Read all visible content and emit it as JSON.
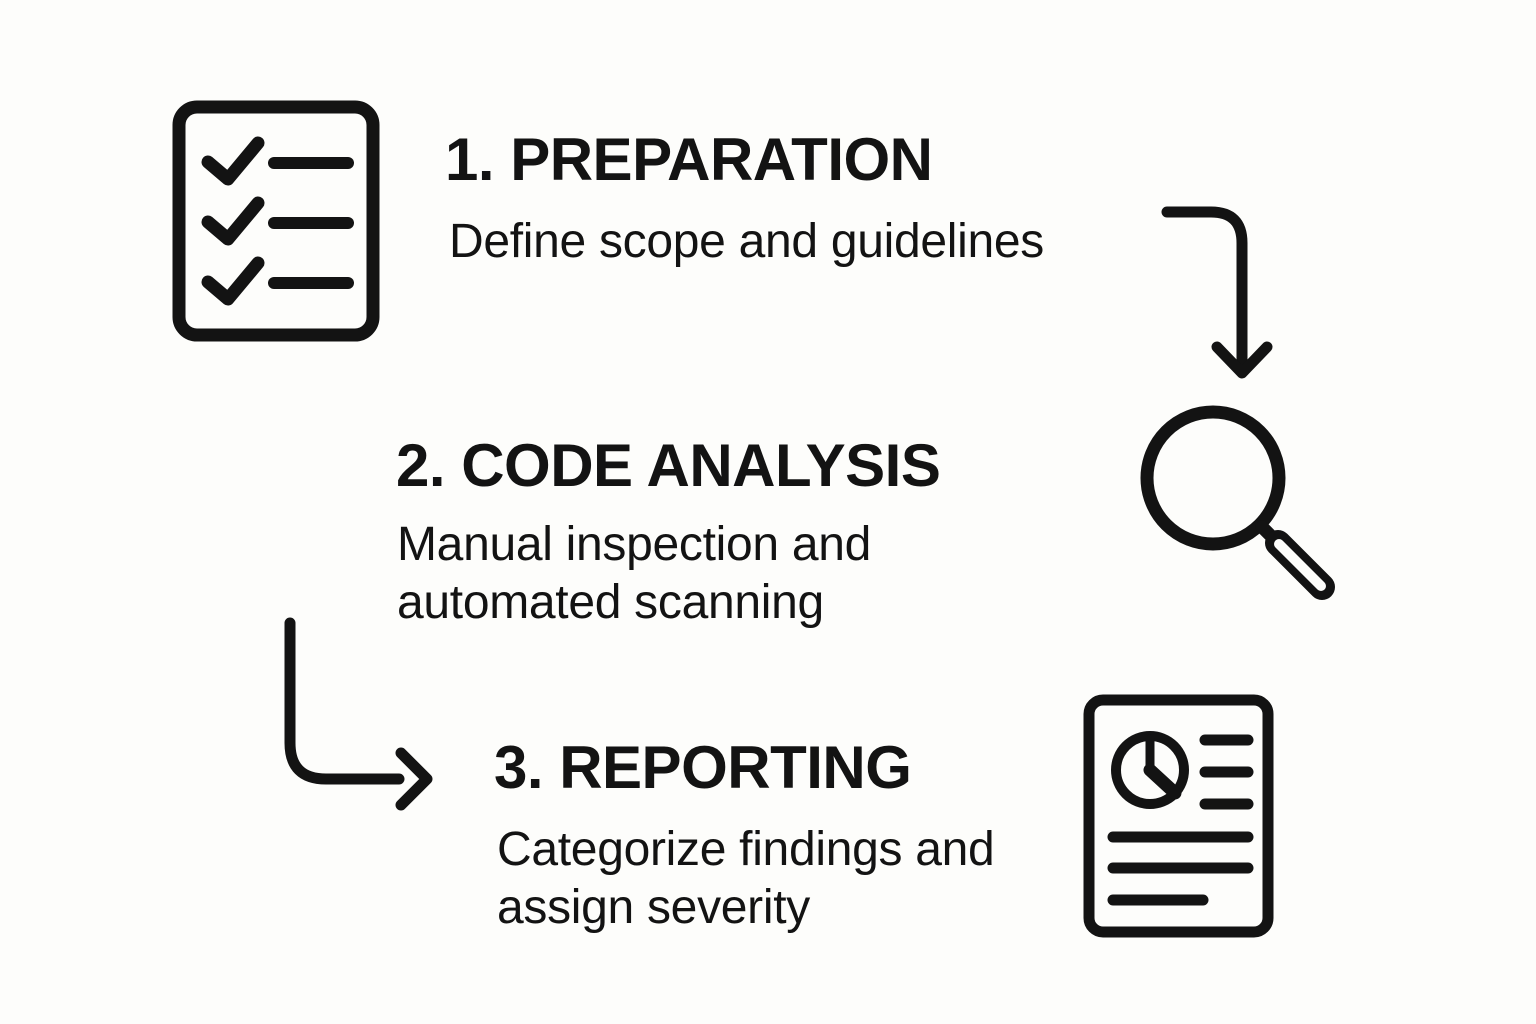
{
  "colors": {
    "background": "#FDFDFB",
    "ink": "#131313"
  },
  "steps": [
    {
      "heading": "1. PREPARATION",
      "description": "Define scope and guidelines",
      "icon": "checklist-icon"
    },
    {
      "heading": "2. CODE ANALYSIS",
      "description": "Manual inspection and automated scanning",
      "icon": "magnifying-glass-icon"
    },
    {
      "heading": "3. REPORTING",
      "description": "Categorize findings and assign severity",
      "icon": "report-document-icon"
    }
  ],
  "connectors": [
    {
      "name": "arrow-step1-to-step2",
      "direction": "down"
    },
    {
      "name": "arrow-step2-to-step3",
      "direction": "right"
    }
  ]
}
